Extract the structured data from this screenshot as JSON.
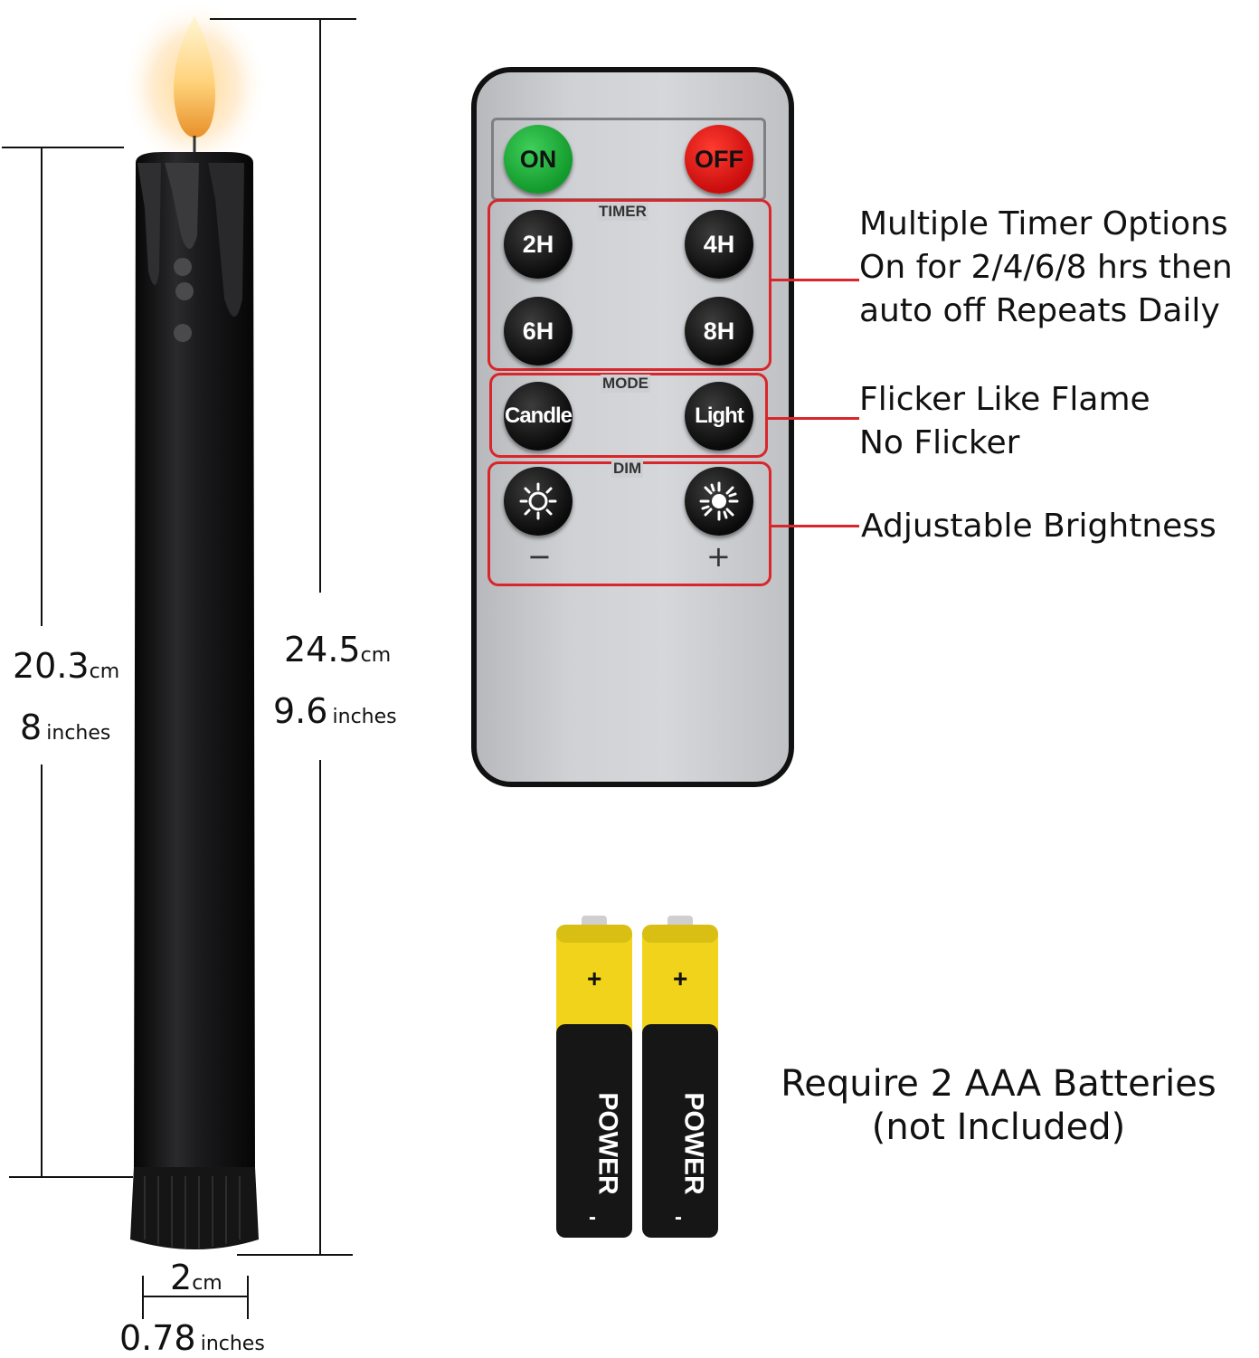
{
  "candle": {
    "body_height_value": "20.3",
    "body_height_unit": "cm",
    "body_height_inches_value": "8",
    "body_height_inches_unit": "inches",
    "total_height_value": "24.5",
    "total_height_unit": "cm",
    "total_height_inches_value": "9.6",
    "total_height_inches_unit": "inches",
    "diameter_value": "2",
    "diameter_unit": "cm",
    "diameter_inches_value": "0.78",
    "diameter_inches_unit": "inches"
  },
  "remote": {
    "on_label": "ON",
    "off_label": "OFF",
    "timer_label": "TIMER",
    "timer_buttons": [
      "2H",
      "4H",
      "6H",
      "8H"
    ],
    "mode_label": "MODE",
    "mode_buttons": [
      "Candle",
      "Light"
    ],
    "dim_label": "DIM",
    "dim_minus": "−",
    "dim_plus": "+"
  },
  "callouts": {
    "timer": [
      "Multiple Timer Options",
      "On for 2/4/6/8 hrs then",
      "auto off Repeats Daily"
    ],
    "mode": [
      "Flicker Like Flame",
      "No Flicker"
    ],
    "dim": [
      "Adjustable Brightness"
    ]
  },
  "batteries": {
    "brand": "POWER",
    "plus": "+",
    "minus": "-",
    "caption_line1": "Require 2 AAA Batteries",
    "caption_line2": "(not Included)"
  },
  "colors": {
    "callout_red": "#d8262b",
    "on_green": "#1fae3a",
    "off_red": "#e0201a",
    "battery_yellow": "#f2d31b"
  }
}
